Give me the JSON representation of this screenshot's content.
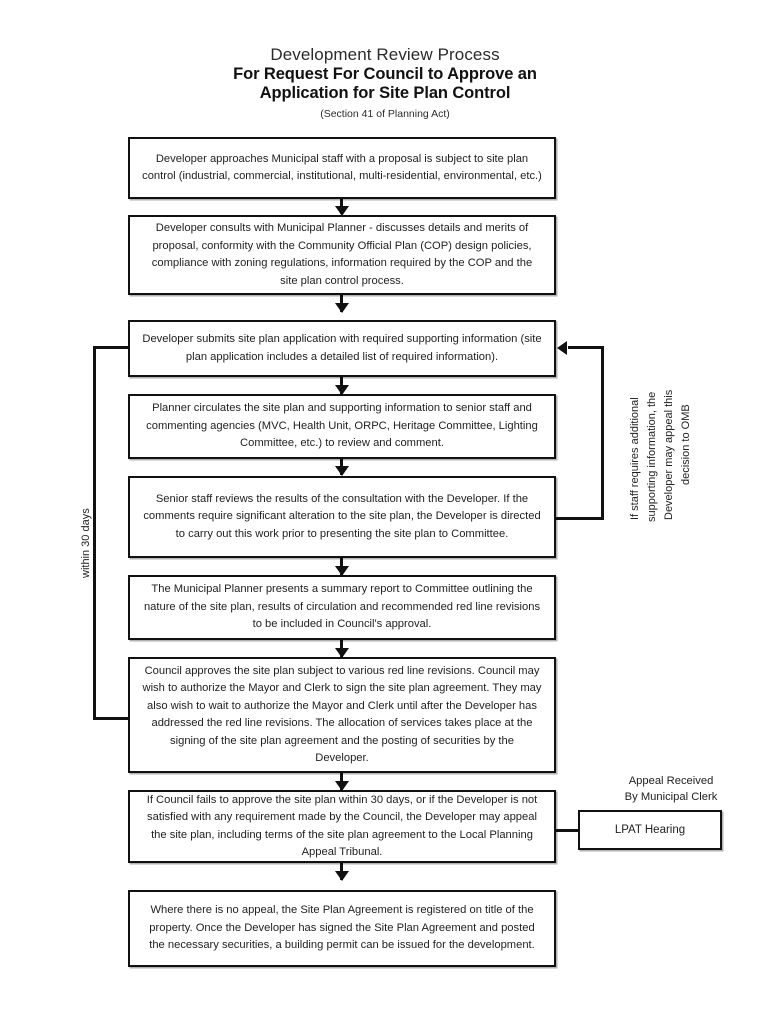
{
  "title": {
    "line1": "Development Review Process",
    "line2_a": "For Request For Council to Approve an",
    "line2_b": "Application for Site Plan Control",
    "subtitle": "(Section 41 of Planning Act)"
  },
  "colors": {
    "stroke": "#111111",
    "text": "#1f1f1f",
    "background": "#ffffff"
  },
  "flow": {
    "steps": [
      {
        "id": "step-1-developer-approaches",
        "text": "Developer approaches Municipal staff with a proposal is subject to site plan control (industrial, commercial, institutional, multi-residential, environmental, etc.)"
      },
      {
        "id": "step-2-consults-planner",
        "text": "Developer consults with Municipal Planner - discusses details and merits of proposal, conformity with the Community Official Plan (COP) design policies, compliance with zoning regulations, information required by the COP and the site plan control process."
      },
      {
        "id": "step-3-submits-application",
        "text": "Developer submits site plan application with required supporting information (site plan application includes a detailed list of required information)."
      },
      {
        "id": "step-4-planner-circulates",
        "text": "Planner circulates the site plan and supporting information to senior staff and commenting agencies (MVC, Health Unit, ORPC, Heritage Committee, Lighting Committee, etc.) to review and comment."
      },
      {
        "id": "step-5-senior-staff-reviews",
        "text": "Senior staff reviews the results of the consultation with the Developer. If the comments require significant alteration to the site plan, the Developer is directed to carry out this work prior to presenting the site plan to Committee."
      },
      {
        "id": "step-6-summary-report",
        "text": "The Municipal Planner presents a summary report to Committee outlining the nature of the site plan, results of circulation and recommended red line revisions to be included in Council's approval."
      },
      {
        "id": "step-7-council-approves",
        "text": "Council approves the site plan subject to various red line revisions. Council may wish to authorize the Mayor and Clerk to sign the site plan agreement. They may also wish to wait to authorize the Mayor and Clerk until after the Developer has addressed the red line revisions. The allocation of services takes place at the signing of the site plan agreement and the posting of securities by the Developer."
      },
      {
        "id": "step-8-appeal-tribunal",
        "text": "If Council fails to approve the site plan within 30 days, or if the Developer is not satisfied with any requirement made by the Council, the Developer may appeal the site plan, including terms of the site plan agreement to the Local Planning Appeal Tribunal."
      },
      {
        "id": "step-9-agreement-registered",
        "text": "Where there is no appeal, the Site Plan Agreement is registered on title of the property. Once the Developer has signed the Site Plan Agreement and posted the necessary securities, a building permit can be issued for the development."
      }
    ],
    "side_node": {
      "id": "lpat-hearing",
      "text": "LPAT Hearing",
      "caption": "Appeal Received\nBy Municipal Clerk",
      "caption_line1": "Appeal Received",
      "caption_line2": "By Municipal Clerk"
    },
    "annotations": {
      "left_loop_label": "within 30 days",
      "right_loop_label_line1": "If staff requires additional",
      "right_loop_label_line2": "supporting information, the",
      "right_loop_label_line3": "Developer may appeal this",
      "right_loop_label_line4": "decision to OMB"
    }
  }
}
